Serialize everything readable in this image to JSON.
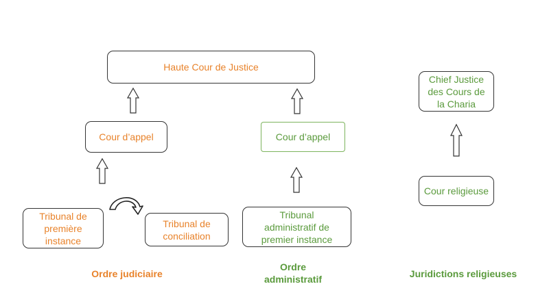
{
  "colors": {
    "orange_text": "#e8822a",
    "green_text": "#5a9a3c",
    "border": "#333333",
    "green_border": "#7cb35c"
  },
  "boxes": {
    "haute_cour": "Haute Cour de Justice",
    "cour_appel_judiciaire": "Cour d’appel",
    "cour_appel_administratif": "Cour d’appel",
    "tribunal_premiere_instance": "Tribunal de\npremière\ninstance",
    "tribunal_conciliation": "Tribunal de\nconciliation",
    "tribunal_administratif": "Tribunal\nadministratif de\npremier instance",
    "chief_justice": "Chief Justice\ndes Cours de\nla Charia",
    "cour_religieuse": "Cour religieuse"
  },
  "captions": {
    "ordre_judiciaire": "Ordre judiciaire",
    "ordre_administratif": "Ordre\nadministratif",
    "juridictions_religieuses": "Juridictions religieuses"
  },
  "icons": {
    "up_arrow": "hollow-up-arrow-icon",
    "curved_arrow": "curved-right-arrow-icon"
  }
}
